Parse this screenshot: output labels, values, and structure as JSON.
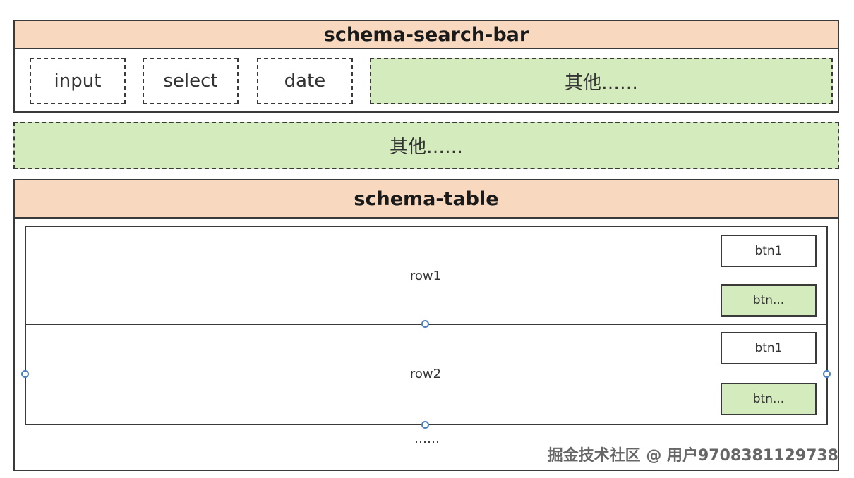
{
  "search_bar": {
    "title": "schema-search-bar",
    "fields": [
      "input",
      "select",
      "date"
    ],
    "other": "其他……"
  },
  "middle_other": "其他……",
  "table": {
    "title": "schema-table",
    "rows": [
      {
        "label": "row1",
        "buttons": [
          "btn1",
          "btn..."
        ]
      },
      {
        "label": "row2",
        "buttons": [
          "btn1",
          "btn..."
        ]
      }
    ],
    "ellipsis": "……"
  },
  "watermark": "掘金技术社区 @ 用户9708381129738",
  "colors": {
    "header_bg": "#f8d9bf",
    "green_fill": "#d3ebbd",
    "handle": "#4a7fc1"
  }
}
